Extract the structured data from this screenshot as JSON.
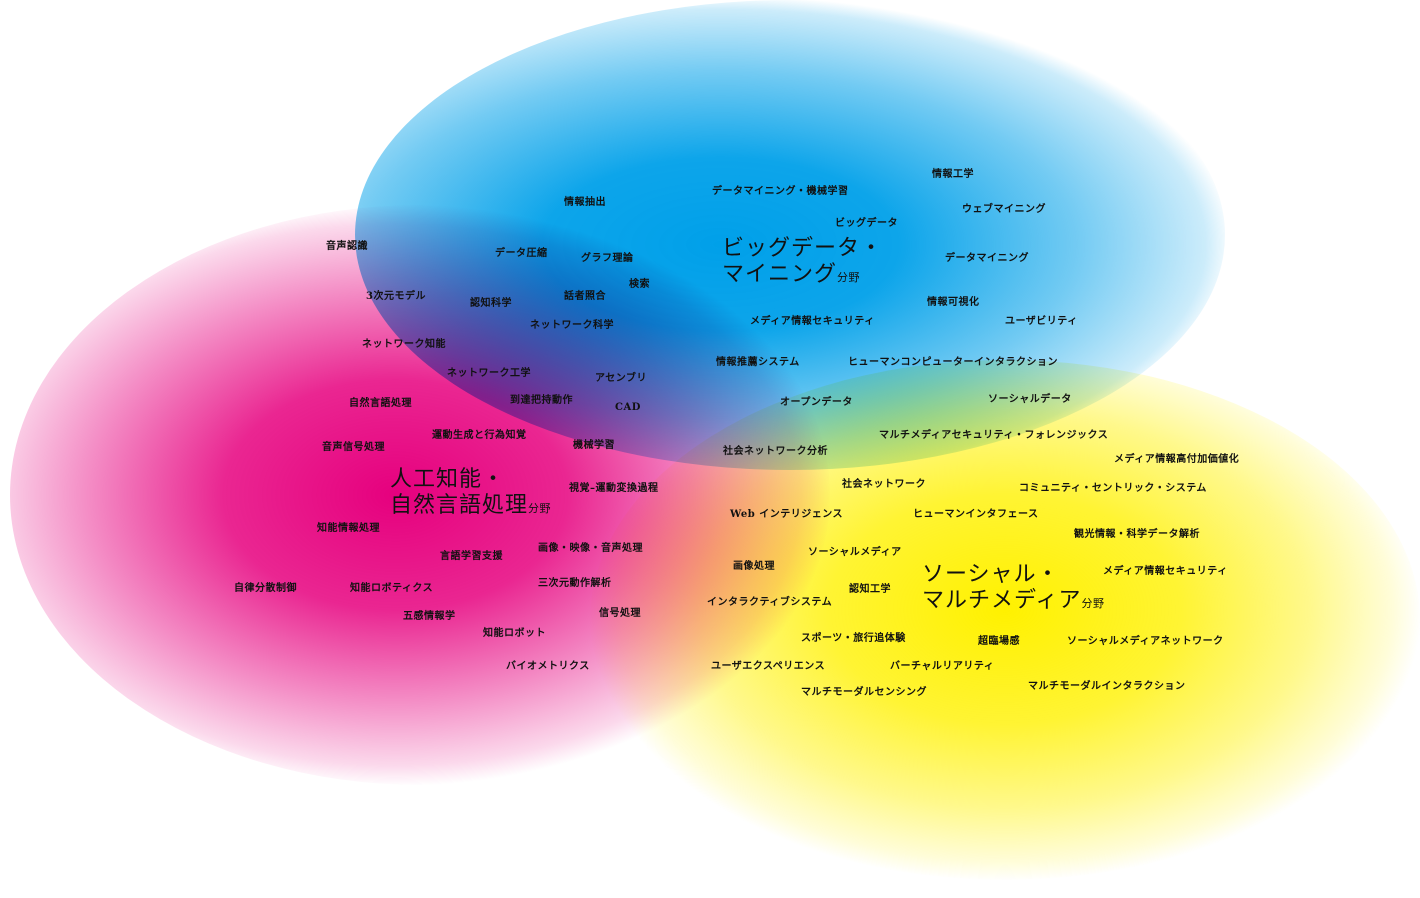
{
  "colors": {
    "blue_region": "#00A0E9",
    "pink_region": "#E6007E",
    "yellow_region": "#FFF100",
    "text": "#111111"
  },
  "clusters": {
    "bigdata": {
      "line1": "ビッグデータ・",
      "line2": "マイニング",
      "suffix": "分野"
    },
    "ai": {
      "line1": "人工知能・",
      "line2": "自然言語処理",
      "suffix": "分野"
    },
    "social": {
      "line1": "ソーシャル・",
      "line2": "マルチメディア",
      "suffix": "分野"
    }
  },
  "terms": {
    "bigdata": [
      "情報工学",
      "データマイニング・機械学習",
      "情報抽出",
      "ウェブマイニング",
      "ビッグデータ",
      "データマイニング",
      "検索",
      "情報可視化",
      "ユーザビリティ",
      "メディア情報セキュリティ",
      "情報推薦システム",
      "ヒューマンコンピューターインタラクション",
      "オープンデータ",
      "ソーシャルデータ"
    ],
    "ai": [
      "音声認識",
      "データ圧縮",
      "グラフ理論",
      "3次元モデル",
      "認知科学",
      "話者照合",
      "ネットワーク科学",
      "ネットワーク知能",
      "ネットワーク工学",
      "アセンブリ",
      "自然言語処理",
      "到達把持動作",
      "CAD",
      "運動生成と行為知覚",
      "音声信号処理",
      "機械学習",
      "視覚–運動変換過程",
      "知能情報処理",
      "画像・映像・音声処理",
      "言語学習支援",
      "自律分散制御",
      "知能ロボティクス",
      "三次元動作解析",
      "五感情報学",
      "信号処理",
      "知能ロボット",
      "バイオメトリクス"
    ],
    "social": [
      "マルチメディアセキュリティ・フォレンジックス",
      "社会ネットワーク分析",
      "メディア情報高付加価値化",
      "社会ネットワーク",
      "コミュニティ・セントリック・システム",
      "Web インテリジェンス",
      "ヒューマンインタフェース",
      "観光情報・科学データ解析",
      "ソーシャルメディア",
      "画像処理",
      "メディア情報セキュリティ",
      "認知工学",
      "インタラクティブシステム",
      "スポーツ・旅行追体験",
      "超臨場感",
      "ソーシャルメディアネットワーク",
      "ユーザエクスペリエンス",
      "バーチャルリアリティ",
      "マルチモーダルインタラクション",
      "マルチモーダルセンシング"
    ]
  }
}
